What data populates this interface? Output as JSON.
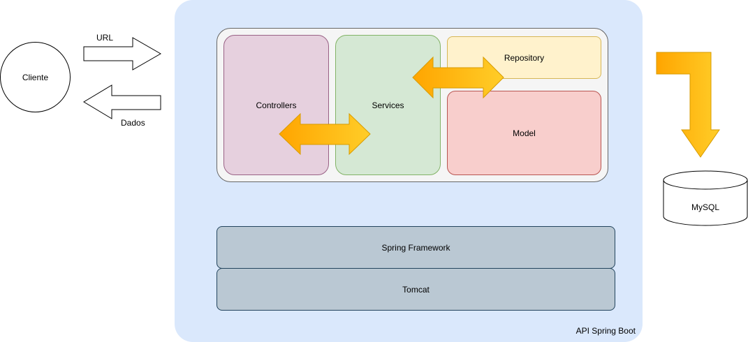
{
  "client": {
    "label": "Cliente"
  },
  "request": {
    "label": "URL"
  },
  "response": {
    "label": "Dados"
  },
  "app": {
    "label": "API Spring Boot",
    "color": "#dae8fc"
  },
  "layers": {
    "controllers": {
      "label": "Controllers",
      "color": "#e6d0de"
    },
    "services": {
      "label": "Services",
      "color": "#d5e8d4"
    },
    "repository": {
      "label": "Repository",
      "color": "#fff2cc"
    },
    "model": {
      "label": "Model",
      "color": "#f8cecc"
    }
  },
  "platform": {
    "spring": {
      "label": "Spring Framework",
      "color": "#bac8d3"
    },
    "tomcat": {
      "label": "Tomcat",
      "color": "#bac8d3"
    }
  },
  "database": {
    "label": "MySQL"
  },
  "colors": {
    "arrow": "#ffb000",
    "arrow_stroke": "#d79b00"
  }
}
